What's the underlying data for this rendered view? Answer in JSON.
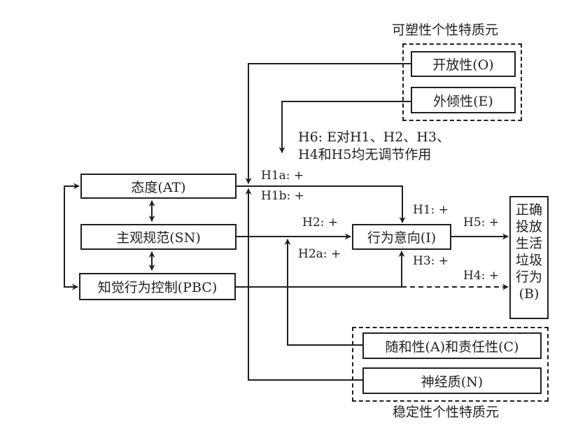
{
  "groups": {
    "plastic": {
      "title": "可塑性个性特质元"
    },
    "stable": {
      "title": "稳定性个性特质元"
    }
  },
  "nodes": {
    "openness": "开放性(O)",
    "extraversion": "外倾性(E)",
    "attitude": "态度(AT)",
    "subjective_norm": "主观规范(SN)",
    "pbc": "知觉行为控制(PBC)",
    "intention": "行为意向(I)",
    "behavior_lines": [
      "正确",
      "投放",
      "生活",
      "垃圾",
      "行为",
      "(B)"
    ],
    "agreeableness_conscientiousness": "随和性(A)和责任性(C)",
    "neuroticism": "神经质(N)"
  },
  "hypotheses": {
    "h6_line1": "H6: E对H1、H2、H3、",
    "h6_line2": "H4和H5均无调节作用",
    "h1a": "H1a: +",
    "h1b": "H1b: +",
    "h1": "H1: +",
    "h2": "H2: +",
    "h2a": "H2a: +",
    "h3": "H3: +",
    "h4": "H4: +",
    "h5": "H5: +"
  }
}
